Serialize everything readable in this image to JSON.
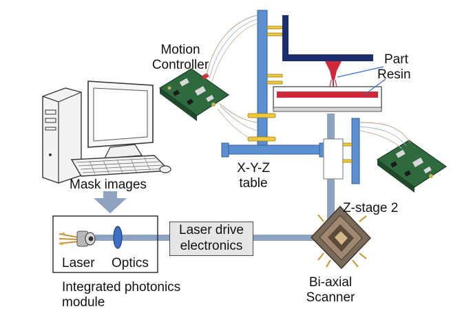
{
  "labels": {
    "motion_controller": [
      "Motion",
      "Controller"
    ],
    "part": "Part",
    "resin": "Resin",
    "mask_images": "Mask images",
    "xyz_table": [
      "X-Y-Z",
      "table"
    ],
    "z_stage_2": "Z-stage 2",
    "laser_drive_electronics": [
      "Laser drive",
      "electronics"
    ],
    "laser": "Laser",
    "optics": "Optics",
    "integrated_photonics_module": [
      "Integrated photonics",
      "module"
    ],
    "bi_axial_scanner": [
      "Bi-axial",
      "Scanner"
    ]
  },
  "colors": {
    "beam": "#8ea3c2",
    "stage_blue": "#5b8fd0",
    "yellow_clamp": "#efc93a",
    "platform_navy": "#1c2e6e",
    "resin_red": "#d0283b",
    "circuit_green": "#2f6a3f",
    "arrow_gray": "#8fa3c0"
  }
}
